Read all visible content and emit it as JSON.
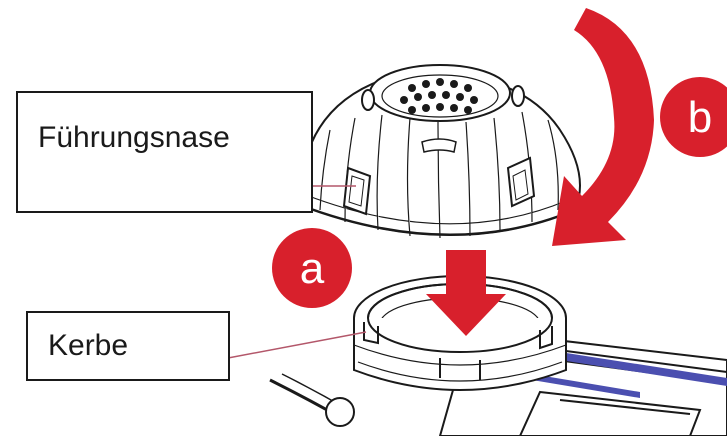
{
  "labels": {
    "guide_nose": "Führungsnase",
    "notch": "Kerbe"
  },
  "steps": {
    "a": "a",
    "b": "b"
  },
  "icons": {
    "step_a": "badge-a-icon",
    "step_b": "badge-b-icon",
    "press_down": "arrow-down-icon",
    "rotate": "curved-arrow-icon"
  },
  "colors": {
    "accent": "#d8202c",
    "outline": "#1a1a1a",
    "leader": "#b3576a",
    "blue_stripe": "#4b4fb0"
  }
}
